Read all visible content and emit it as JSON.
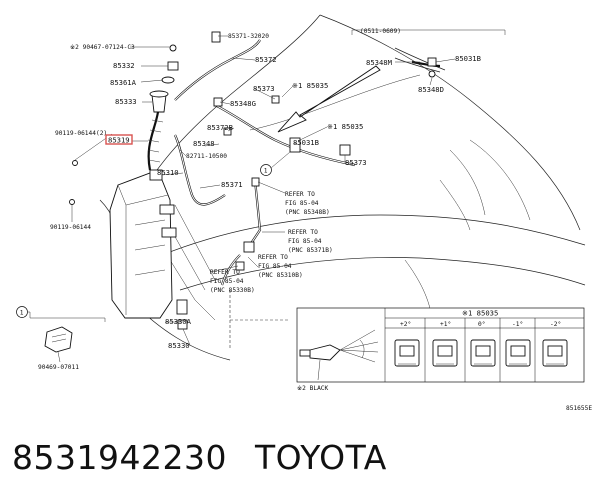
{
  "labels": {
    "p1": "※2 90467-07124-C3",
    "p2": "85332",
    "p3": "85361A",
    "p4": "85333",
    "p5": "90119-06144(2)",
    "p6": "85319",
    "p7": "85310",
    "p8": "90119-06144",
    "p9": "85371-32020",
    "p10": "85372",
    "p11": "85373",
    "p12": "85348G",
    "p13": "85372B",
    "p14": "85348",
    "p15": "82711-10500",
    "p16": "85371",
    "p17": "※1 85035",
    "p18": "※1 85035",
    "p19": "85031B",
    "p20": "85373",
    "p21": "85330A",
    "p22": "85330",
    "p23": "90469-07011",
    "i1_date": "(0511-0609)",
    "i1_a": "85348M",
    "i1_b": "85031B",
    "i1_c": "85348D",
    "i2_title": "※1 85035",
    "i2_note": "※2 BLACK",
    "i2_a1": "+2°",
    "i2_a2": "+1°",
    "i2_a3": "0°",
    "i2_a4": "-1°",
    "i2_a5": "-2°",
    "callout_1": "1",
    "fig_code": "851655E"
  },
  "refs": [
    {
      "l1": "REFER TO",
      "l2": "FIG 85-04",
      "l3": "(PNC 85348B)"
    },
    {
      "l1": "REFER TO",
      "l2": "FIG 85-04",
      "l3": "(PNC 85371B)"
    },
    {
      "l1": "REFER TO",
      "l2": "FIG 85-04",
      "l3": "(PNC 85310B)"
    },
    {
      "l1": "REFER TO",
      "l2": "FIG 85-04",
      "l3": "(PNC 85330B)"
    }
  ],
  "footer": {
    "part_number": "8531942230",
    "brand": "TOYOTA"
  },
  "colors": {
    "highlight": "#d9534f",
    "line": "#222222"
  }
}
